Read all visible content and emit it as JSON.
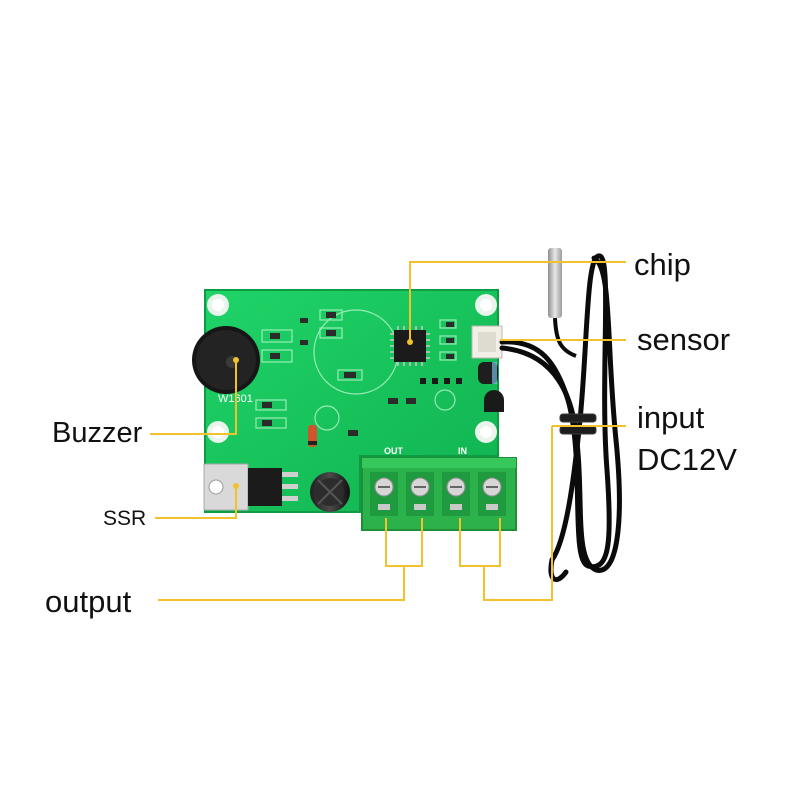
{
  "colors": {
    "background": "#ffffff",
    "pcb": "#16c45a",
    "pcb_dark": "#0d9a44",
    "terminal_block": "#2bb24a",
    "cable": "#0b0b0b",
    "probe": "#b8b8b8",
    "callout_line": "#f2c12e"
  },
  "board": {
    "model_marking": "W1601",
    "out_marking": "OUT",
    "in_marking": "IN"
  },
  "labels": {
    "chip": "chip",
    "sensor": "sensor",
    "input_line1": "input",
    "input_line2": "DC12V",
    "buzzer": "Buzzer",
    "ssr": "SSR",
    "output": "output"
  }
}
